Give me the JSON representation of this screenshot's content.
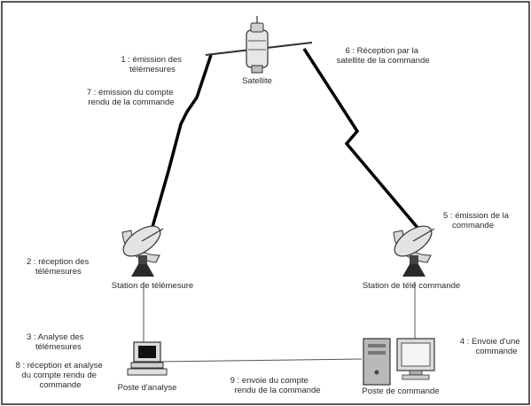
{
  "nodes": {
    "satellite": "Satellite",
    "station_telemesure": "Station de télémesure",
    "station_telecommande": "Station de télé commande",
    "poste_analyse": "Poste d'analyse",
    "poste_commande": "Poste de commande"
  },
  "steps": {
    "s1": [
      "1 : émission des",
      "télémesures"
    ],
    "s2": [
      "2 : réception des",
      "télémesures"
    ],
    "s3": [
      "3 : Analyse des",
      "télémesures"
    ],
    "s4": [
      "4 : Envoie d'une",
      "commande"
    ],
    "s5": [
      "5 : émission de la",
      "commande"
    ],
    "s6": [
      "6 : Réception par la",
      "satellite de la commande"
    ],
    "s7": [
      "7 : émission du compte",
      "rendu de la commande"
    ],
    "s8": [
      "8 : réception et analyse",
      "du compte rendu de",
      "commande"
    ],
    "s9": [
      "9 : envoie du compte",
      "rendu de la commande"
    ]
  }
}
